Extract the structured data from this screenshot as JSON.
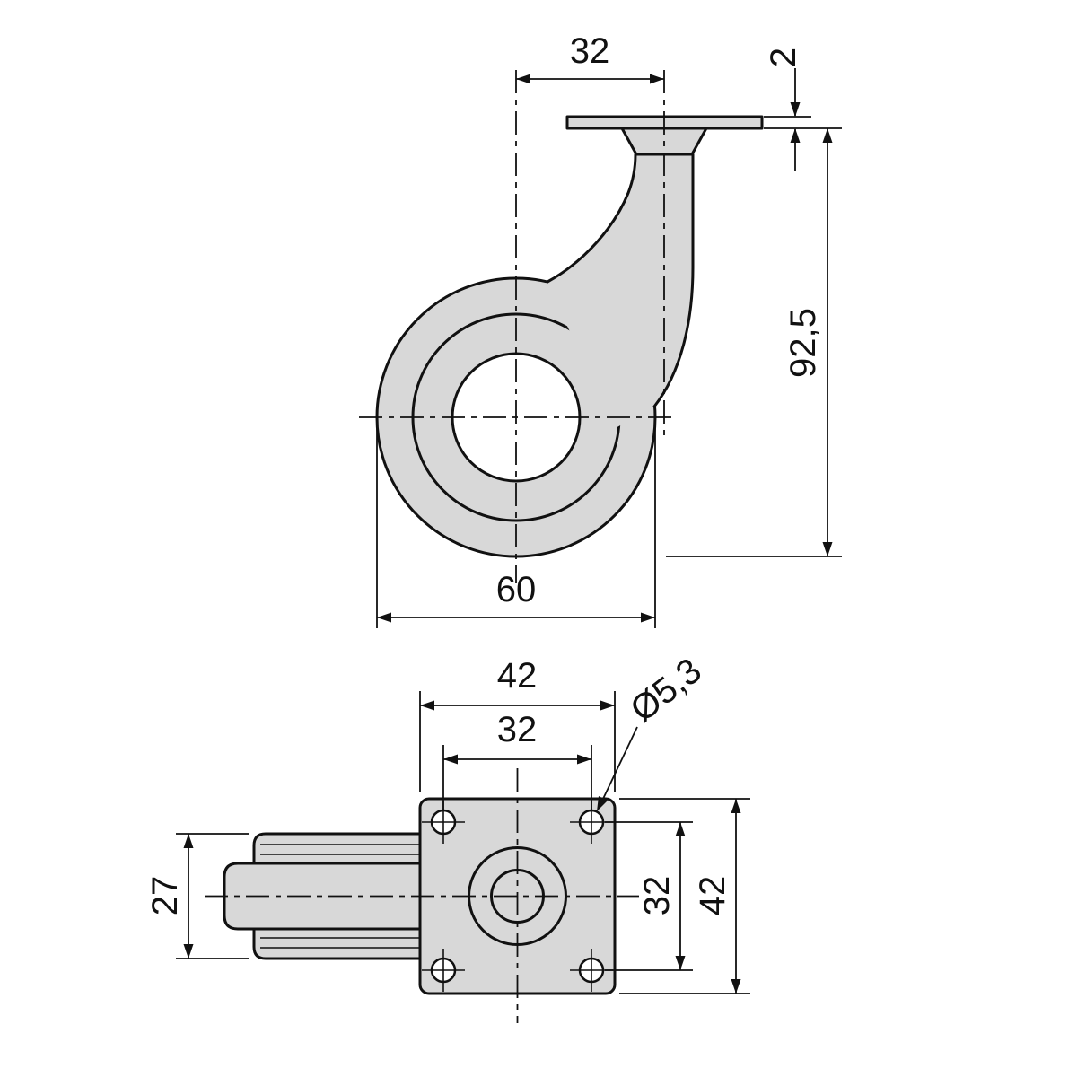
{
  "drawing": {
    "side_view": {
      "dim_plate_offset": "32",
      "dim_plate_thickness": "2",
      "dim_total_height": "92,5",
      "dim_wheel_diameter": "60"
    },
    "bottom_view": {
      "dim_plate_width": "42",
      "dim_hole_spacing_horizontal": "32",
      "dim_hole_diameter": "Ø5,3",
      "dim_wheel_width": "27",
      "dim_hole_spacing_vertical": "32",
      "dim_plate_height": "42"
    },
    "colors": {
      "line": "#111111",
      "part_fill": "#d8d8d8",
      "background": "#ffffff"
    }
  }
}
